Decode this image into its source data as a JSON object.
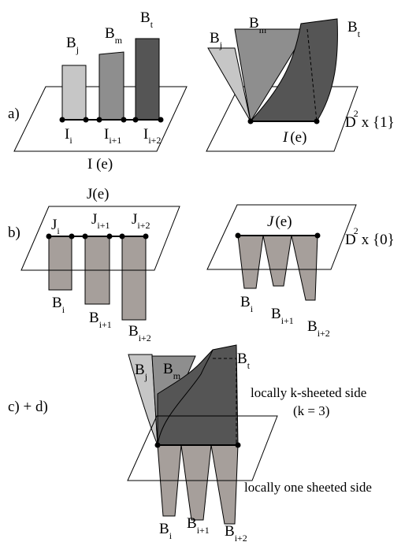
{
  "labels": {
    "a": "a)",
    "b": "b)",
    "cd": "c) + d)",
    "B": "B",
    "I": "I",
    "J": "J",
    "sub_j": "j",
    "sub_m": "m",
    "sub_t": "t",
    "sub_i": "i",
    "sub_i1": "i+1",
    "sub_i2": "i+2",
    "I_e": "I (e)",
    "I_e_italic": "I",
    "e_paren": "(e)",
    "J_e": "J(e)",
    "J_e_italic": "J",
    "D": "D",
    "sup_2": "2",
    "x1": "x {1}",
    "x0": "x {0}",
    "k_sheeted": "locally k-sheeted side",
    "k_eq": "(k = 3)",
    "one_sheeted": "locally one sheeted side"
  },
  "colors": {
    "light": "#c6c6c6",
    "mid": "#8e8e8e",
    "dark": "#555555",
    "sheet": "#a69f9b",
    "stroke": "#000000"
  }
}
